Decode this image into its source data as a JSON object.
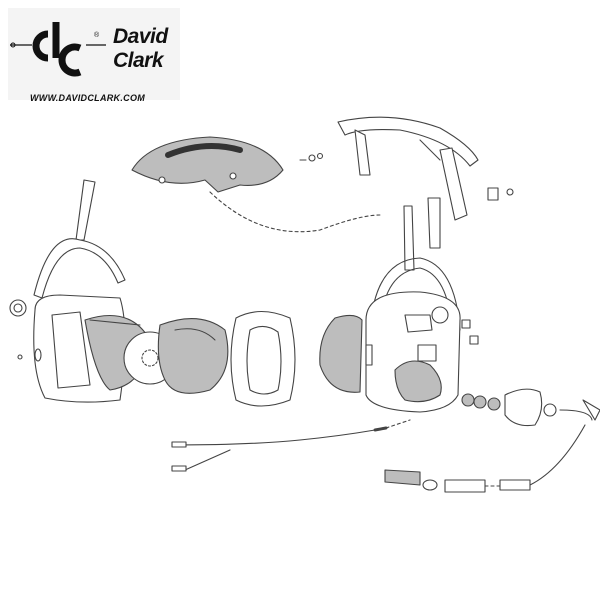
{
  "brand": {
    "name_line1": "David",
    "name_line2": "Clark",
    "url": "WWW.DAVIDCLARK.COM",
    "registered": "®"
  },
  "logo": {
    "icon": "dc-monogram-logo"
  },
  "colors": {
    "line": "#444444",
    "part_fill": "#ffffff",
    "shaded_fill": "#bdbdbd",
    "dark_fill": "#555555",
    "logo_bg": "#f4f4f4"
  }
}
